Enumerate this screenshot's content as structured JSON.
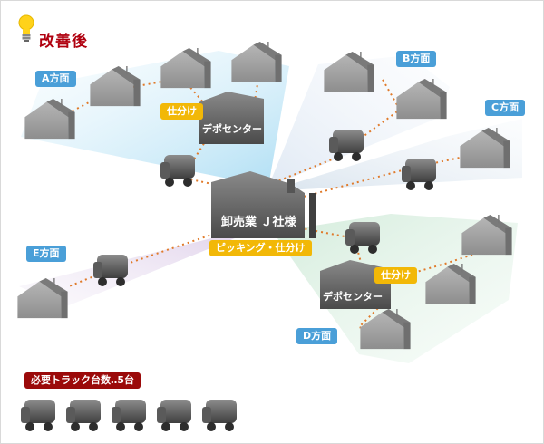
{
  "title": "改善後",
  "labels": {
    "dir_a": "A方面",
    "dir_b": "B方面",
    "dir_c": "C方面",
    "dir_d": "D方面",
    "dir_e": "E方面",
    "sort_top": "仕分け",
    "sort_bottom": "仕分け",
    "picking": "ピッキング・仕分け",
    "depot_top": "デポセンター",
    "depot_bottom": "デポセンター",
    "wholesaler": "卸売業 Ｊ社様",
    "trucks_needed": "必要トラック台数‥5台"
  },
  "colors": {
    "accent_red": "#9b0a0a",
    "title_red": "#b0000f",
    "badge_blue": "#4a9fd8",
    "badge_yellow": "#f2b807",
    "route_orange": "#e07a2a"
  }
}
